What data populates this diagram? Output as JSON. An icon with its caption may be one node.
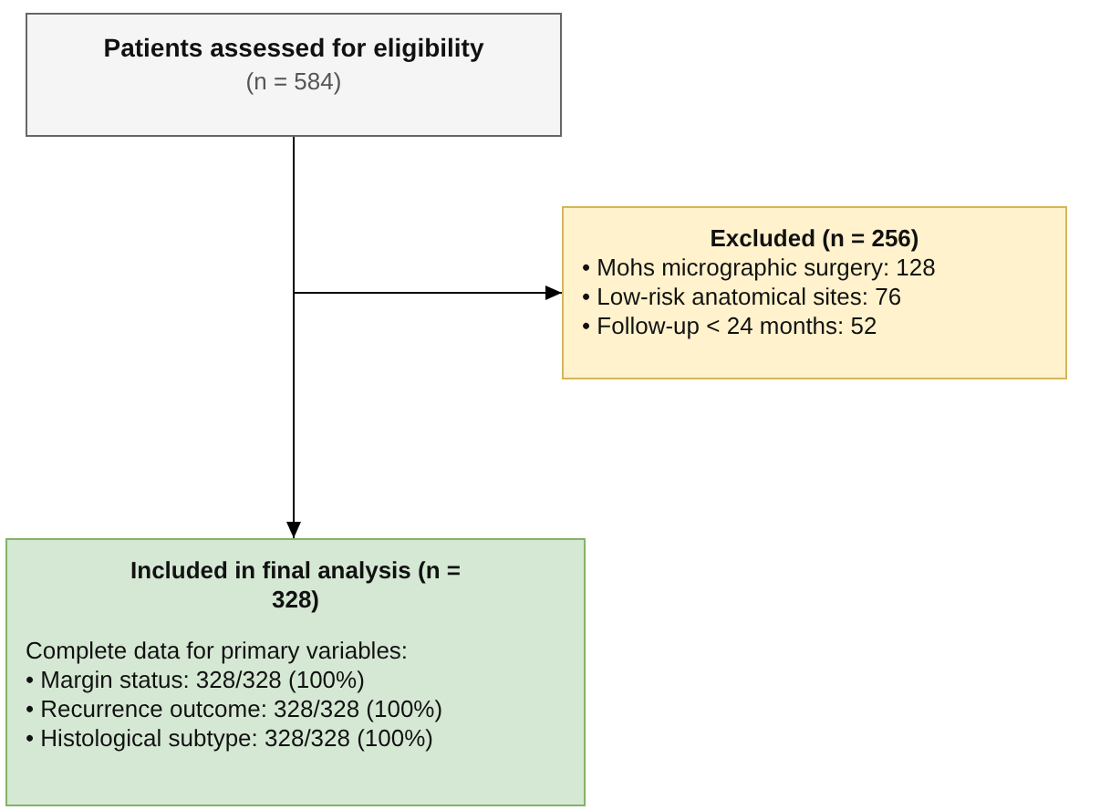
{
  "diagram": {
    "nodes": [
      {
        "text": [
          "Patients assessed for eligibility",
          "(n = 584)"
        ]
      },
      {
        "text": [
          "Excluded (n = 256)",
          "• Mohs micrographic surgery: 128",
          "• Low-risk anatomical sites: 76",
          "• Follow-up < 24 months: 52"
        ]
      },
      {
        "text": [
          "Included in final analysis (n = 328)",
          "Complete data for primary variables:",
          "• Margin status: 328/328 (100%)",
          "• Recurrence outcome: 328/328 (100%)",
          "• Histological subtype: 328/328 (100%)"
        ]
      }
    ],
    "edges": [
      {
        "from": 0,
        "to": 2,
        "arrow": "to"
      },
      {
        "from": 0,
        "to": 1,
        "arrow": "to"
      }
    ]
  }
}
